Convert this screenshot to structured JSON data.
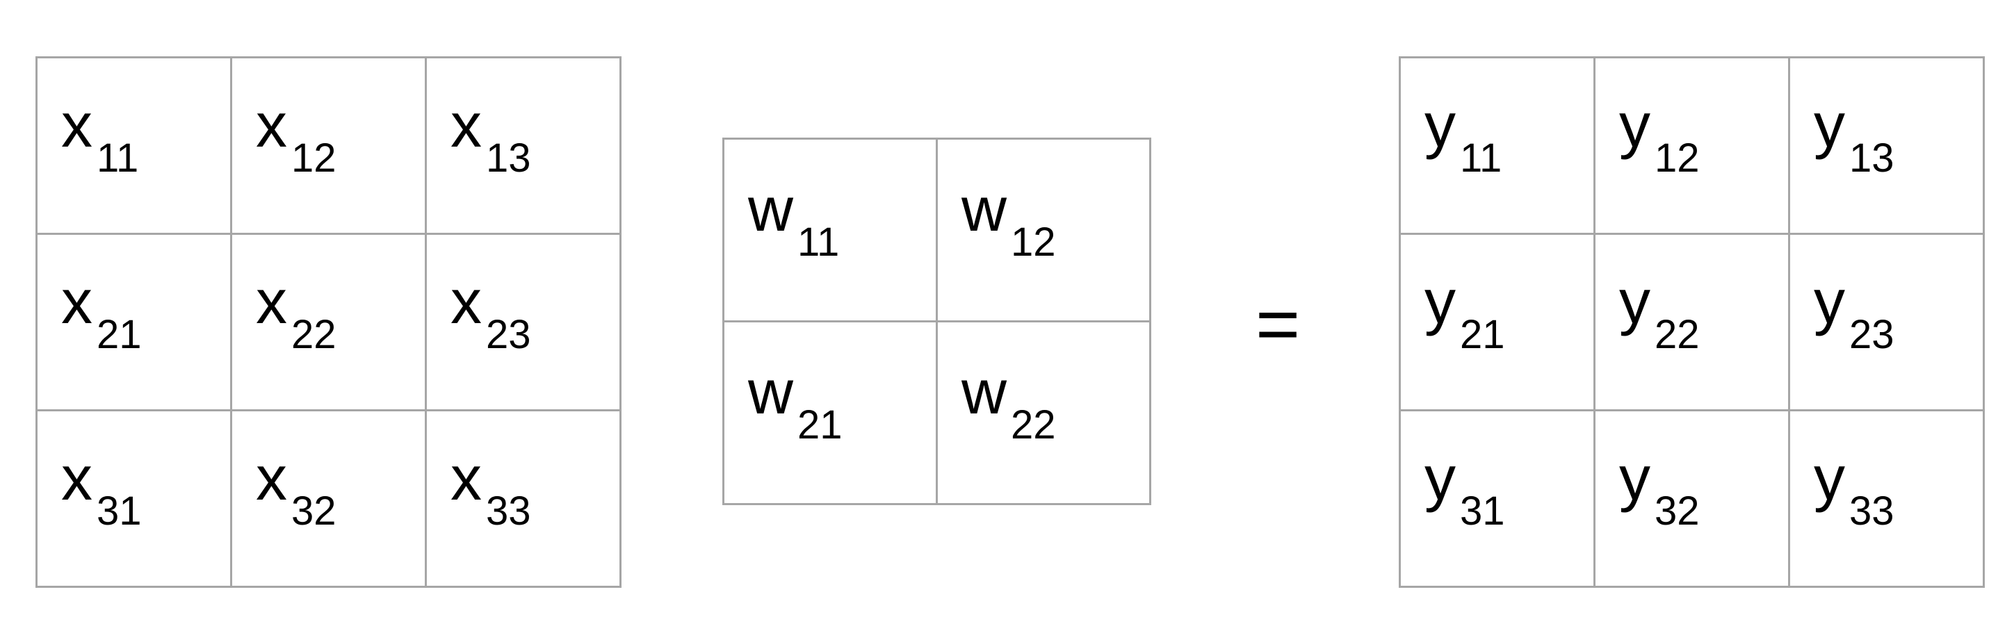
{
  "input_matrix": {
    "rows": [
      [
        {
          "base": "x",
          "sub": "11"
        },
        {
          "base": "x",
          "sub": "12"
        },
        {
          "base": "x",
          "sub": "13"
        }
      ],
      [
        {
          "base": "x",
          "sub": "21"
        },
        {
          "base": "x",
          "sub": "22"
        },
        {
          "base": "x",
          "sub": "23"
        }
      ],
      [
        {
          "base": "x",
          "sub": "31"
        },
        {
          "base": "x",
          "sub": "32"
        },
        {
          "base": "x",
          "sub": "33"
        }
      ]
    ]
  },
  "kernel_matrix": {
    "rows": [
      [
        {
          "base": "w",
          "sub": "11"
        },
        {
          "base": "w",
          "sub": "12"
        }
      ],
      [
        {
          "base": "w",
          "sub": "21"
        },
        {
          "base": "w",
          "sub": "22"
        }
      ]
    ]
  },
  "operator": "=",
  "output_matrix": {
    "rows": [
      [
        {
          "base": "y",
          "sub": "11"
        },
        {
          "base": "y",
          "sub": "12"
        },
        {
          "base": "y",
          "sub": "13"
        }
      ],
      [
        {
          "base": "y",
          "sub": "21"
        },
        {
          "base": "y",
          "sub": "22"
        },
        {
          "base": "y",
          "sub": "23"
        }
      ],
      [
        {
          "base": "y",
          "sub": "31"
        },
        {
          "base": "y",
          "sub": "32"
        },
        {
          "base": "y",
          "sub": "33"
        }
      ]
    ]
  },
  "colors": {
    "grid_line": "#a6a6a6",
    "text": "#000000",
    "background": "#ffffff"
  }
}
